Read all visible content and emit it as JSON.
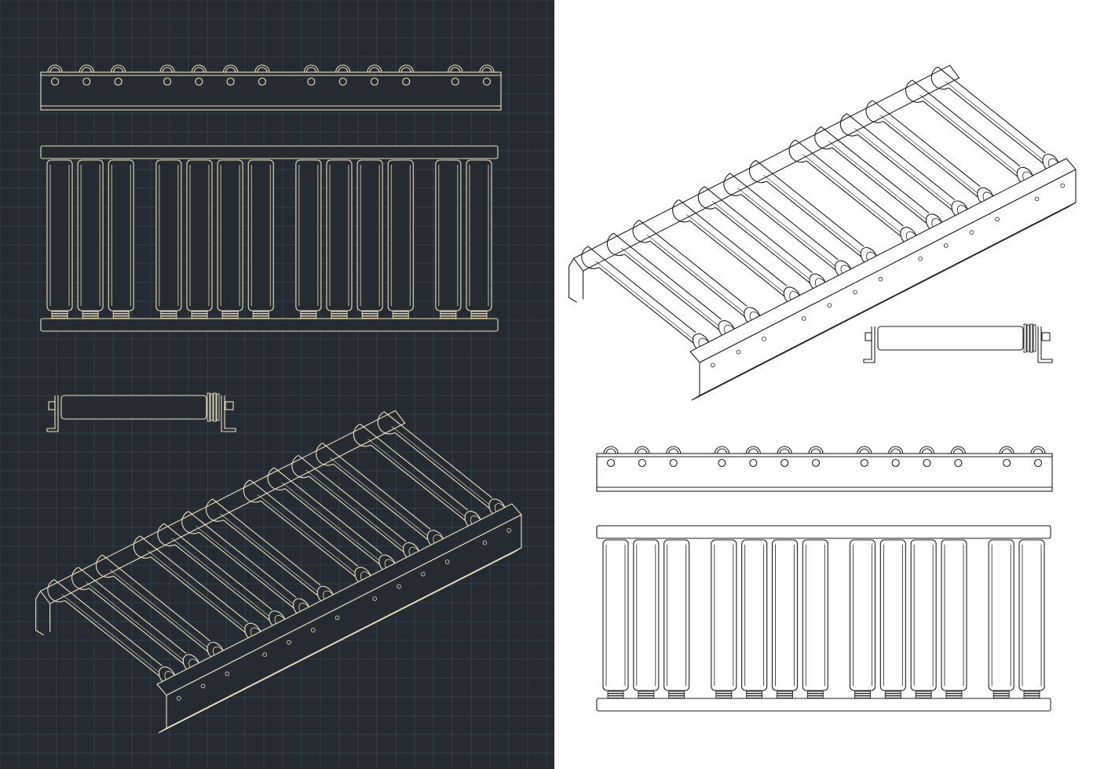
{
  "drawing": {
    "view_names": [
      "side-elevation",
      "top-plan",
      "roller-detail",
      "isometric"
    ],
    "roller_count": 13,
    "roller_groups": [
      3,
      4,
      4,
      2
    ]
  },
  "colors": {
    "blueprint_background": "#262b32",
    "blueprint_grid": "#2f4149",
    "blueprint_line": "#efe3c0",
    "paper_background": "#ffffff",
    "paper_line": "#1e1e1e"
  }
}
